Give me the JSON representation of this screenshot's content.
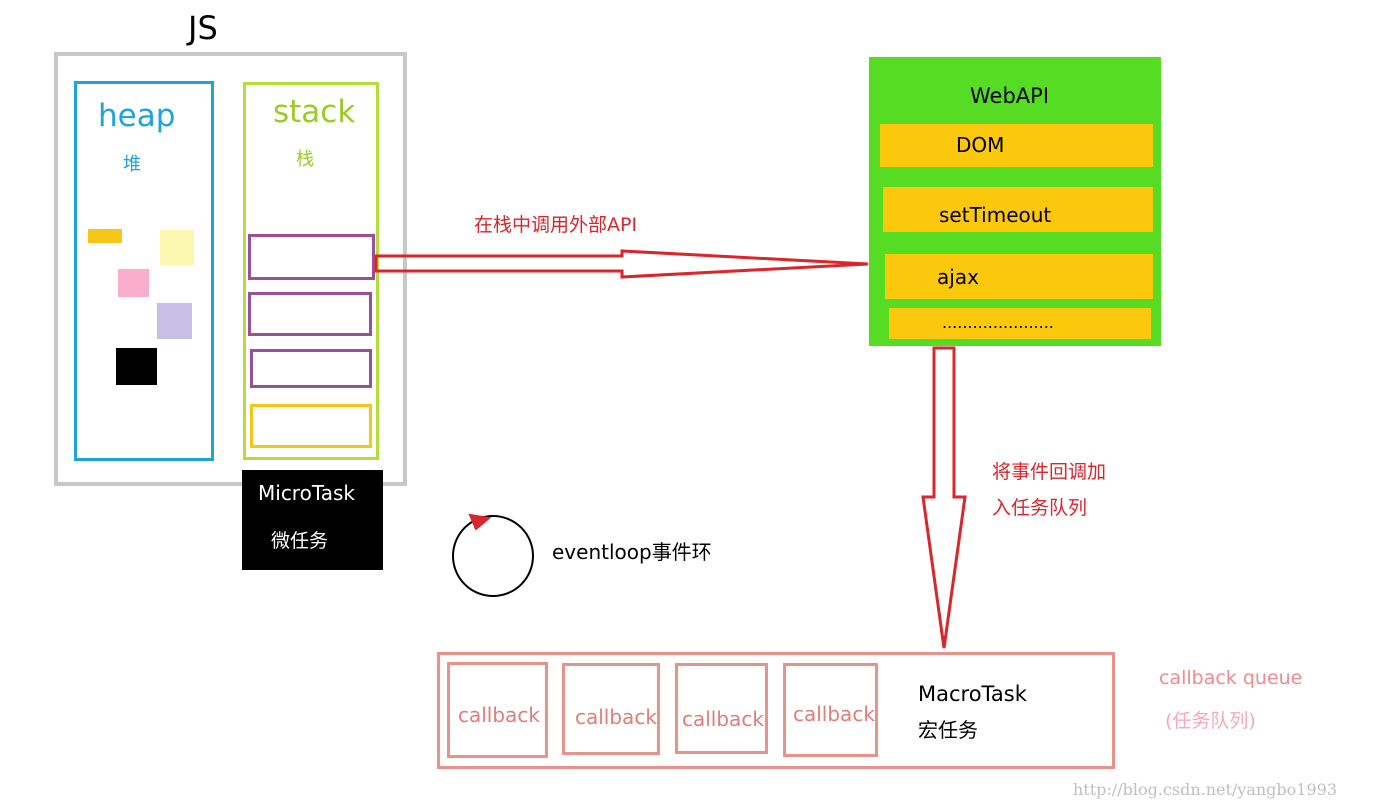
{
  "js": {
    "title": "JS"
  },
  "heap": {
    "title": "heap",
    "subtitle": "堆",
    "objects": [
      {
        "color": "#f5c518"
      },
      {
        "color": "#fbf7b0"
      },
      {
        "color": "#f9aecb"
      },
      {
        "color": "#c9bfe6"
      },
      {
        "color": "#000000"
      }
    ]
  },
  "stack": {
    "title": "stack",
    "subtitle": "栈",
    "frame_colors": [
      "#9a4f9b",
      "#9a4f9b",
      "#9a4f9b",
      "#f5c518"
    ]
  },
  "microtask": {
    "title": "MicroTask",
    "subtitle": "微任务"
  },
  "webapi": {
    "title": "WebAPI",
    "items": [
      "DOM",
      "setTimeout",
      "ajax",
      "......................"
    ]
  },
  "arrows": {
    "call_label": "在栈中调用外部API",
    "enqueue_label": "将事件回调加入任务队列"
  },
  "eventloop": {
    "label": "eventloop事件环"
  },
  "callback_queue": {
    "callbacks": [
      "callback",
      "callback",
      "callback",
      "callback"
    ],
    "macrotask_title": "MacroTask",
    "macrotask_subtitle": "宏任务",
    "label": "callback queue",
    "sublabel": "(任务队列)"
  },
  "watermark": "http://blog.csdn.net/yangbo1993",
  "colors": {
    "heap": "#1fa3dc",
    "stack": "#b5dd3a",
    "webapi_bg": "#55dc23",
    "webapi_item": "#fcc80c",
    "arrow": "#d9262c",
    "queue": "#e89389"
  }
}
